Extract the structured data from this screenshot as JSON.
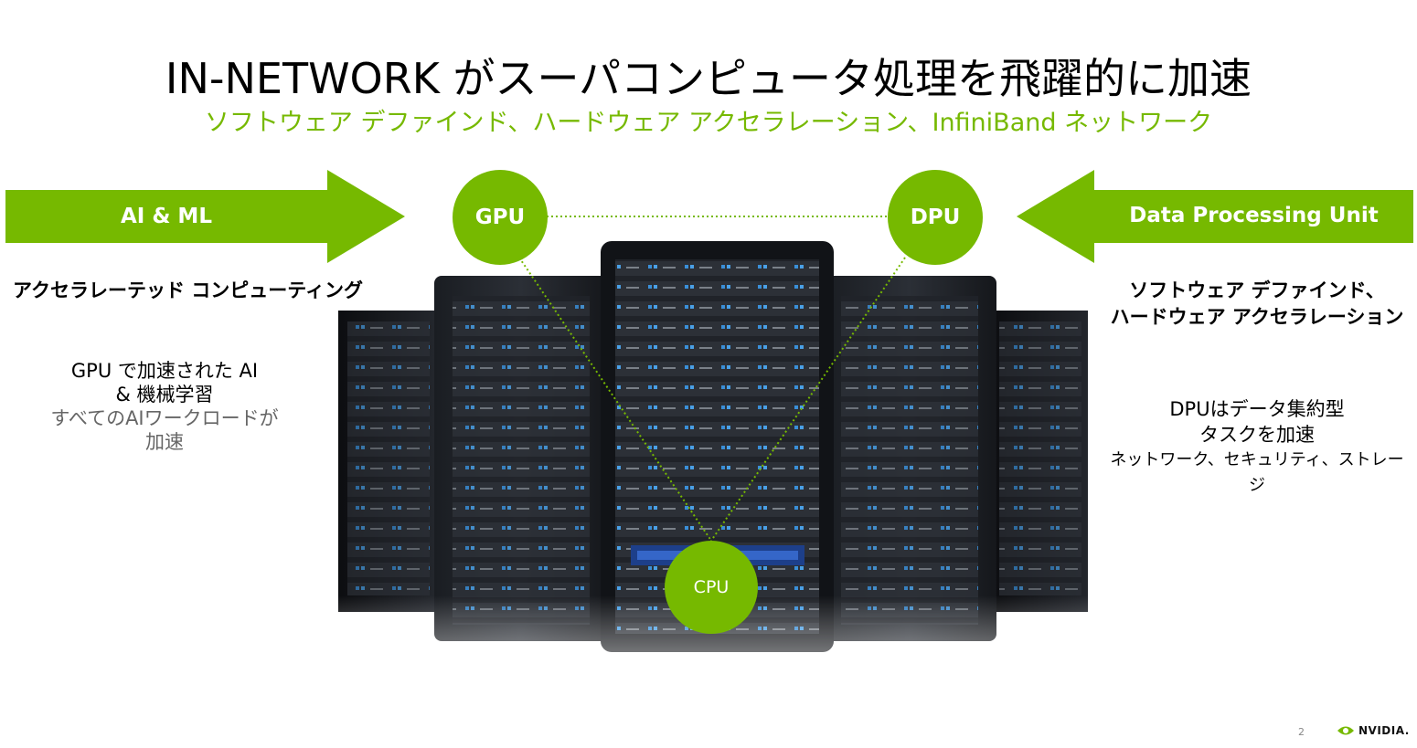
{
  "title": "IN-NETWORK がスーパコンピュータ処理を飛躍的に加速",
  "subtitle": "ソフトウェア デファインド、ハードウェア アクセラレーション、InfiniBand ネットワーク",
  "left_arrow": {
    "label": "AI & ML"
  },
  "right_arrow": {
    "label": "Data Processing Unit"
  },
  "nodes": {
    "gpu": "GPU",
    "dpu": "DPU",
    "cpu": "CPU"
  },
  "left": {
    "heading": "アクセラレーテッド コンピューティング",
    "line1": "GPU で加速された AI",
    "line2": "& 機械学習",
    "line3": "すべてのAIワークロードが",
    "line4": "加速"
  },
  "right": {
    "heading1": "ソフトウェア デファインド、",
    "heading2": "ハードウェア アクセラレーション",
    "line1": "DPUはデータ集約型",
    "line2": "タスクを加速",
    "line3": "ネットワーク、セキュリティ、ストレージ"
  },
  "footer": {
    "page": "2",
    "brand": "NVIDIA."
  },
  "colors": {
    "accent": "#76b900",
    "text": "#000000",
    "muted": "#666666"
  }
}
